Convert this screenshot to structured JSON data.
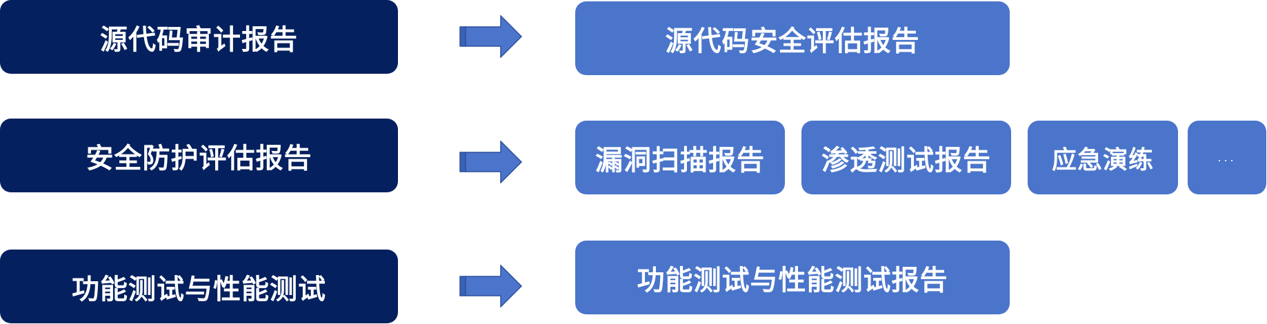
{
  "rows": [
    {
      "source": "源代码审计报告",
      "targets": [
        "源代码安全评估报告"
      ]
    },
    {
      "source": "安全防护评估报告",
      "targets": [
        "漏洞扫描报告",
        "渗透测试报告",
        "应急演练",
        "..."
      ]
    },
    {
      "source": "功能测试与性能测试",
      "targets": [
        "功能测试与性能测试报告"
      ]
    }
  ],
  "colors": {
    "source_box": "#04205e",
    "target_box": "#4a75ca",
    "arrow_fill": "#4a75ca",
    "arrow_stroke": "#2e4f9c"
  }
}
